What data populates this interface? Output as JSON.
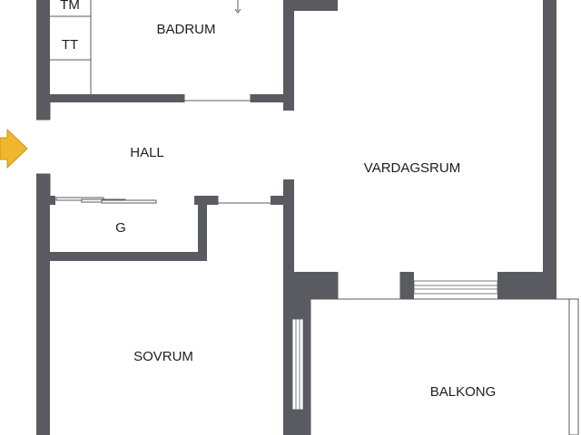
{
  "rooms": {
    "badrum": "BADRUM",
    "tm": "TM",
    "tt": "TT",
    "hall": "HALL",
    "g": "G",
    "vardagsrum": "VARDAGSRUM",
    "sovrum": "SOVRUM",
    "balkong": "BALKONG"
  },
  "colors": {
    "wall": "#5a5b60",
    "entrance_arrow": "#f1b62e",
    "background": "#ffffff"
  },
  "icons": {
    "entrance": "entrance-arrow-icon"
  }
}
